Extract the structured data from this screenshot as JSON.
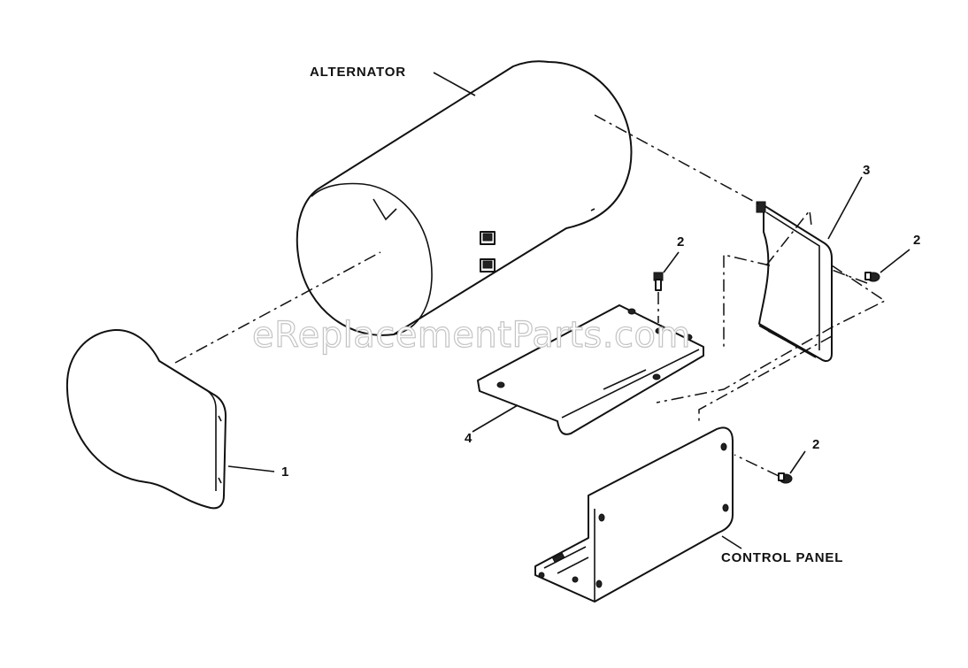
{
  "diagram": {
    "labels": {
      "alternator": "ALTERNATOR",
      "control_panel": "CONTROL PANEL"
    },
    "callouts": {
      "part_1": "1",
      "part_2_bracket_bolt": "2",
      "part_2_right_bolt": "2",
      "part_2_panel_bolt": "2",
      "part_3": "3",
      "part_4": "4"
    },
    "watermark": "eReplacementParts.com"
  }
}
